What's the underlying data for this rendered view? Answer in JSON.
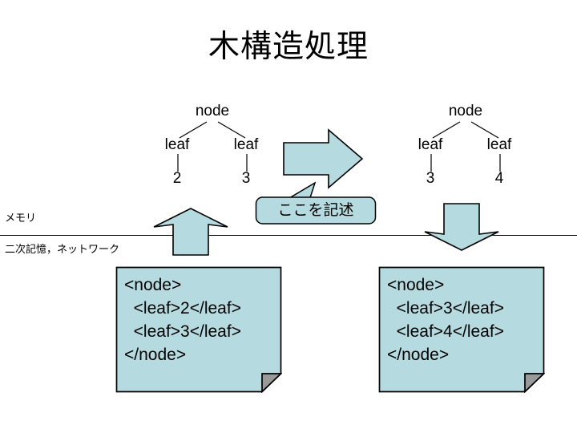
{
  "slide": {
    "title": "木構造処理",
    "background_color": "#ffffff",
    "shape_fill": "#b5dbe0",
    "shape_stroke": "#000000",
    "fold_fill": "#9a9a9a"
  },
  "trees": [
    {
      "name": "source-tree",
      "root": "node",
      "children": [
        "leaf",
        "leaf"
      ],
      "values": [
        "2",
        "3"
      ]
    },
    {
      "name": "result-tree",
      "root": "node",
      "children": [
        "leaf",
        "leaf"
      ],
      "values": [
        "3",
        "4"
      ]
    }
  ],
  "transform_arrow": {
    "name": "transform-arrow",
    "direction": "right"
  },
  "callout": {
    "text": "ここを記述",
    "points_to": "transform-arrow"
  },
  "layers": {
    "memory_label": "メモリ",
    "storage_label": "二次記憶，ネットワーク"
  },
  "arrows": {
    "load_arrow_direction": "up",
    "save_arrow_direction": "down"
  },
  "documents": [
    {
      "name": "input-xml-document",
      "lines": [
        "<node>",
        "  <leaf>2</leaf>",
        "  <leaf>3</leaf>",
        "</node>"
      ],
      "text": "<node>\n  <leaf>2</leaf>\n  <leaf>3</leaf>\n</node>"
    },
    {
      "name": "output-xml-document",
      "lines": [
        "<node>",
        "  <leaf>3</leaf>",
        "  <leaf>4</leaf>",
        "</node>"
      ],
      "text": "<node>\n  <leaf>3</leaf>\n  <leaf>4</leaf>\n</node>"
    }
  ]
}
